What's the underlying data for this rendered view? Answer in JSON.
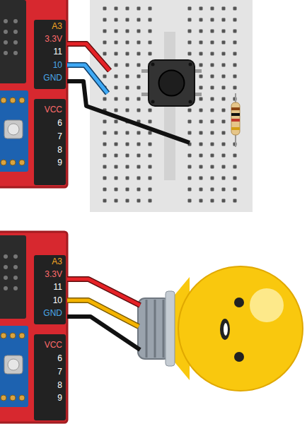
{
  "diagram": {
    "labels": [
      "A3",
      "3.3V",
      "11",
      "10",
      "GND",
      "VCC",
      "6",
      "7",
      "8",
      "9",
      "A3",
      "3.3V",
      "11",
      "10",
      "GND",
      "VCC",
      "6",
      "7",
      "8",
      "9"
    ]
  }
}
